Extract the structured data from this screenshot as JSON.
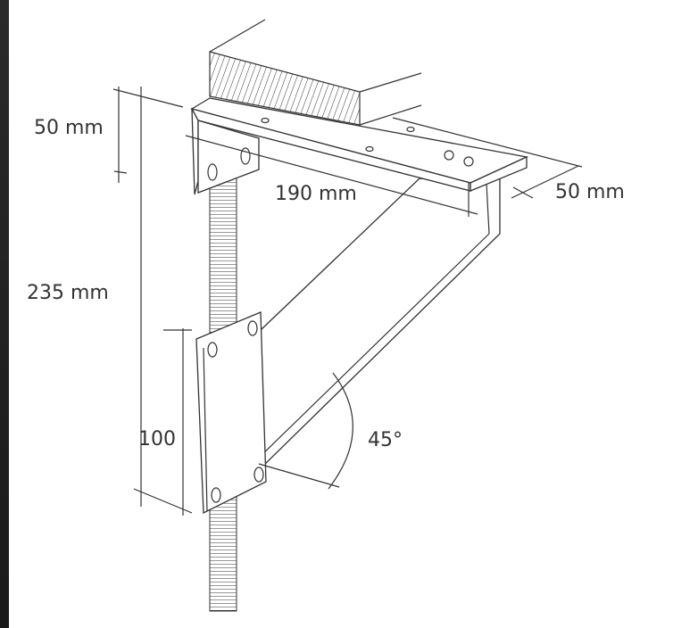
{
  "dimensions": {
    "top_height": "50 mm",
    "plate_length": "190 mm",
    "plate_width": "50 mm",
    "total_height": "235 mm",
    "bottom_plate_height": "100",
    "brace_angle": "45°"
  },
  "colors": {
    "line": "#333333",
    "background": "#ffffff"
  }
}
